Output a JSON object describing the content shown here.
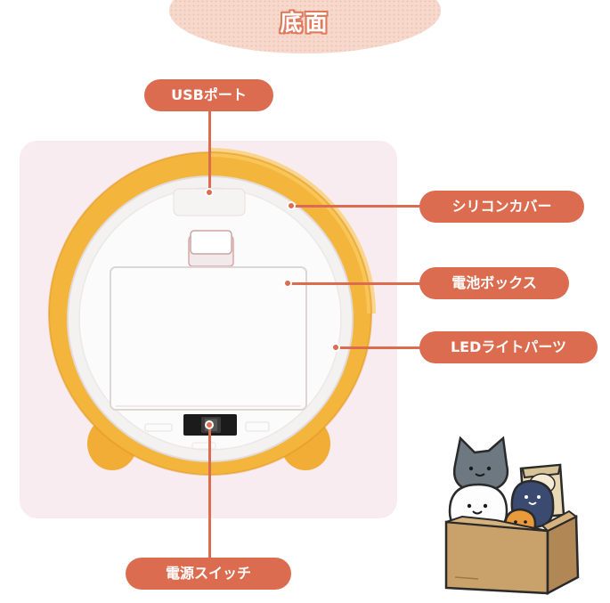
{
  "header": {
    "title": "底面"
  },
  "labels": {
    "usb_port": "USBポート",
    "silicone_cover": "シリコンカバー",
    "battery_box": "電池ボックス",
    "led_parts": "LEDライトパーツ",
    "power_switch": "電源スイッチ"
  },
  "colors": {
    "accent": "#dc6c4f",
    "title_blob": "#f6d9cc",
    "photo_background": "#f9ecf0",
    "silicone_cover": "#f3b53c",
    "device_body": "#fafafa"
  }
}
